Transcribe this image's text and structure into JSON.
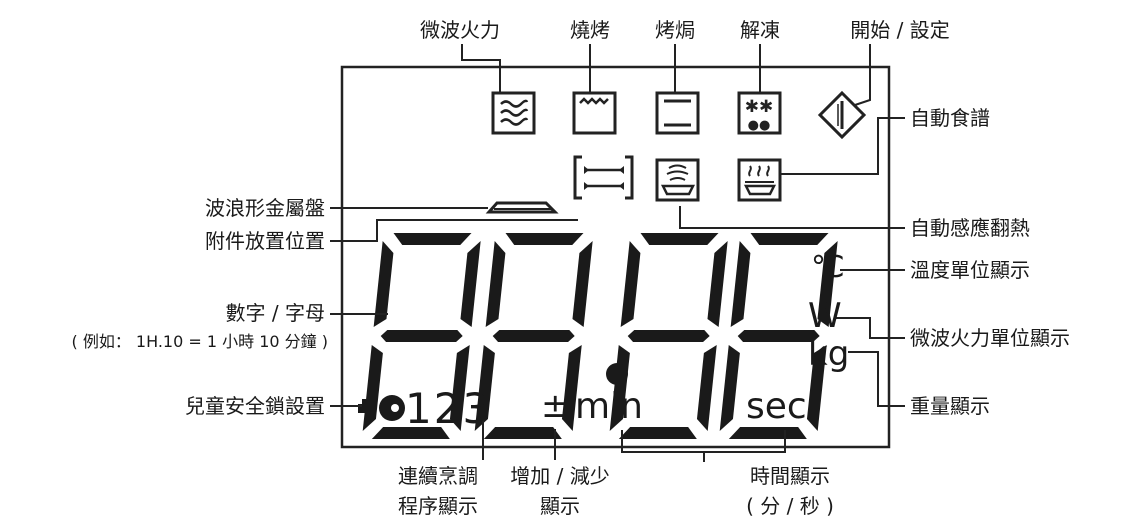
{
  "labels": {
    "microwave_power": "微波火力",
    "grill": "燒烤",
    "bake": "烤焗",
    "defrost": "解凍",
    "start_set": "開始 / 設定",
    "auto_menu": "自動食譜",
    "crisp_tray": "波浪形金屬盤",
    "accessory_position": "附件放置位置",
    "auto_sensor_reheat": "自動感應翻熱",
    "temp_unit": "溫度單位顯示",
    "digits_line1": "數字 / 字母",
    "digits_line2": "( 例如： 1H.10 = 1 小時 10 分鐘 )",
    "power_unit": "微波火力單位顯示",
    "weight": "重量顯示",
    "child_lock": "兒童安全鎖設置",
    "multi_stage_line1": "連續烹調",
    "multi_stage_line2": "程序顯示",
    "plus_minus_line1": "增加 / 減少",
    "plus_minus_line2": "顯示",
    "time_line1": "時間顯示",
    "time_line2": "( 分 / 秒 )"
  },
  "lcd": {
    "digits": "88.88",
    "celsius": "℃",
    "watt": "W",
    "kg": "kg",
    "stages": "123",
    "plus_minus": "±",
    "min": "min",
    "sec": "sec"
  }
}
